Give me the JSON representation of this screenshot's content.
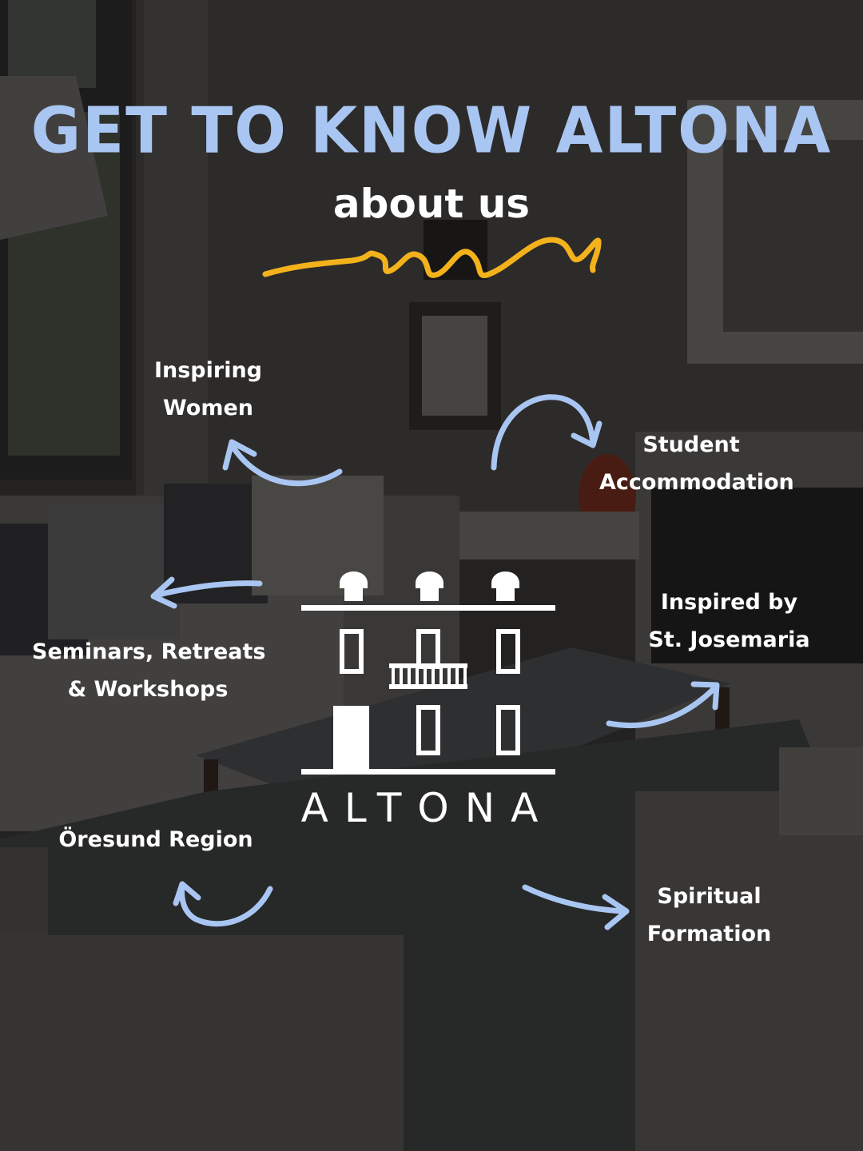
{
  "header": {
    "title": "GET TO KNOW ALTONA",
    "subtitle": "about us"
  },
  "features": [
    {
      "id": "inspiring-women",
      "lines": [
        "Inspiring",
        "Women"
      ]
    },
    {
      "id": "student-accommodation",
      "lines": [
        "Student",
        "Accommodation"
      ]
    },
    {
      "id": "seminars",
      "lines": [
        "Seminars, Retreats",
        "& Workshops"
      ]
    },
    {
      "id": "inspired-by-josemaria",
      "lines": [
        "Inspired by",
        "St. Josemaria"
      ]
    },
    {
      "id": "oresund-region",
      "lines": [
        "Öresund Region"
      ]
    },
    {
      "id": "spiritual-formation",
      "lines": [
        "Spiritual",
        "Formation"
      ]
    }
  ],
  "logo": {
    "wordmark": "ALTONA",
    "icon": "building-logo-icon"
  },
  "colors": {
    "title": "#a9c6f2",
    "arrows": "#a9c6f2",
    "squiggle": "#f3b21c",
    "text": "#ffffff"
  }
}
